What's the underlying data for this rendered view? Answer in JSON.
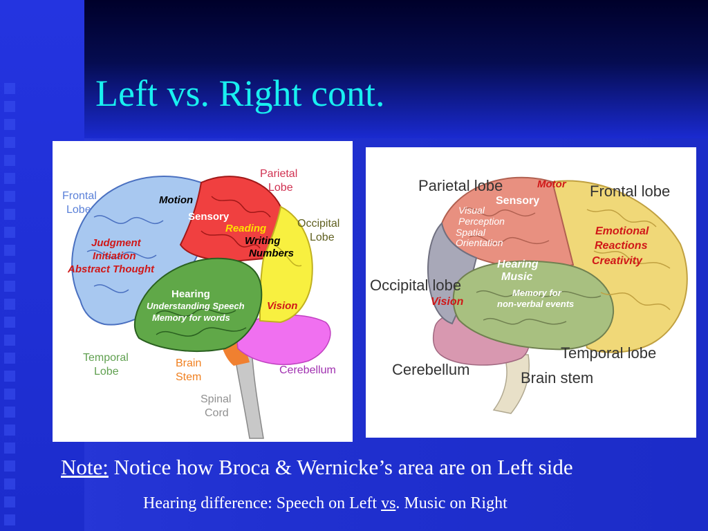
{
  "slide": {
    "title": "Left vs. Right cont.",
    "note_label": "Note:",
    "note_text": " Notice how Broca & Wernicke’s area are on Left side",
    "sub_prefix": "Hearing difference:  Speech on Left  ",
    "sub_vs": "vs",
    "sub_suffix": ".  Music on Right"
  },
  "left_brain": {
    "frontal_lobe": [
      "Frontal",
      "Lobe"
    ],
    "parietal_lobe": [
      "Parietal",
      "Lobe"
    ],
    "occipital_lobe": [
      "Occipital",
      "Lobe"
    ],
    "temporal_lobe": [
      "Temporal",
      "Lobe"
    ],
    "brain_stem": [
      "Brain",
      "Stem"
    ],
    "spinal_cord": [
      "Spinal",
      "Cord"
    ],
    "cerebellum": "Cerebellum",
    "motion": "Motion",
    "sensory": "Sensory",
    "reading": "Reading",
    "writing": "Writing",
    "numbers": "Numbers",
    "judgment": "Judgment",
    "initiation": "Initiation",
    "abstract_thought": "Abstract Thought",
    "hearing": "Hearing",
    "understanding_speech": "Understanding Speech",
    "memory_for_words": "Memory for words",
    "vision": "Vision"
  },
  "right_brain": {
    "parietal_lobe": "Parietal lobe",
    "motor": "Motor",
    "frontal_lobe": "Frontal lobe",
    "sensory": "Sensory",
    "visual": "Visual",
    "perception": "Perception",
    "spatial": "Spatial",
    "orientation": "Orientation",
    "emotional": "Emotional",
    "reactions": "Reactions",
    "creativity": "Creativity",
    "hearing": "Hearing",
    "music": "Music",
    "occipital_lobe": "Occipital lobe",
    "vision": "Vision",
    "memory_for": "Memory for",
    "non_verbal_events": "non-verbal events",
    "cerebellum": "Cerebellum",
    "temporal_lobe": "Temporal lobe",
    "brain_stem": "Brain stem"
  },
  "colors": {
    "title": "#19f0f0",
    "background": "#2030d0",
    "frontal_left": "#a8c8f0",
    "parietal_left": "#f04040",
    "occipital_left": "#f8f040",
    "temporal_left": "#60a848",
    "cerebellum_left": "#f070f0",
    "frontal_right": "#f0d878",
    "parietal_right": "#e89080",
    "occipital_right": "#a8a8b8",
    "temporal_right": "#a8c080",
    "cerebellum_right": "#d898b0"
  }
}
